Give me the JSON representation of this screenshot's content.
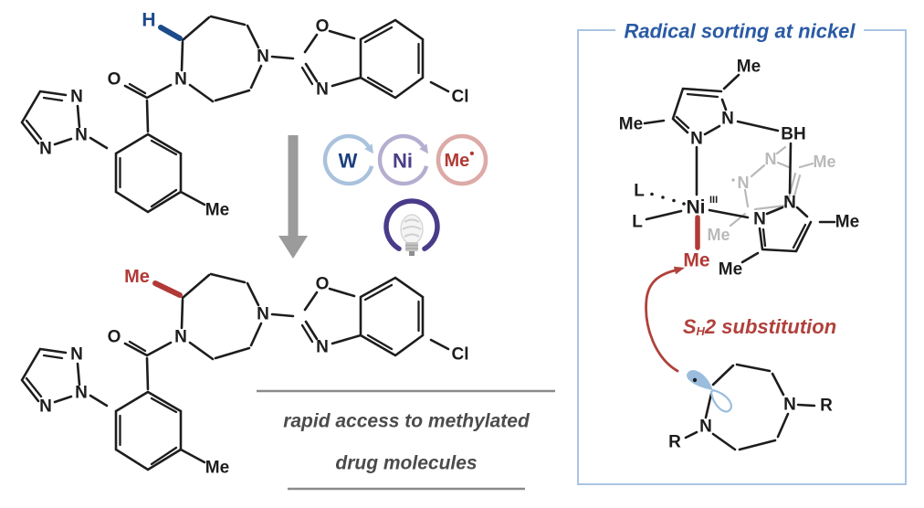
{
  "figure": {
    "panel_title": "Radical sorting at nickel",
    "caption_line1": "rapid access to methylated",
    "caption_line2": "drug molecules",
    "sh2_s": "S",
    "sh2_sub": "H",
    "sh2_rest": "2 substitution"
  },
  "catalysis": {
    "tungsten": "W",
    "nickel": "Ni",
    "methyl": "Me",
    "radical_dot": "•"
  },
  "complex": {
    "nickel": "Ni",
    "oxidation_state": "III",
    "borohydride": "BH",
    "ligand": "L",
    "methyl": "Me"
  },
  "atoms": {
    "nitrogen": "N",
    "oxygen": "O",
    "chlorine": "Cl",
    "hydrogen": "H",
    "methyl": "Me",
    "r_group": "R"
  },
  "colors": {
    "structure_black": "#1d1d1d",
    "accent_blue": "#1d4a8a",
    "accent_red": "#b13a36",
    "gray_structure": "#b9b9b9",
    "reaction_arrow_gray": "#9b9b9b",
    "w_ring": "#a9c2dd",
    "w_text": "#1b3f7e",
    "ni_ring": "#b5aed0",
    "ni_text": "#4a3d85",
    "me_ring": "#dcaaa7",
    "me_text": "#b03a36",
    "bulb_purple": "#4a3b8a",
    "panel_border": "#aac4e2",
    "panel_title": "#2a5aa5",
    "caption_gray": "#4b4b4b",
    "orbital_blue": "#9bbddd"
  }
}
